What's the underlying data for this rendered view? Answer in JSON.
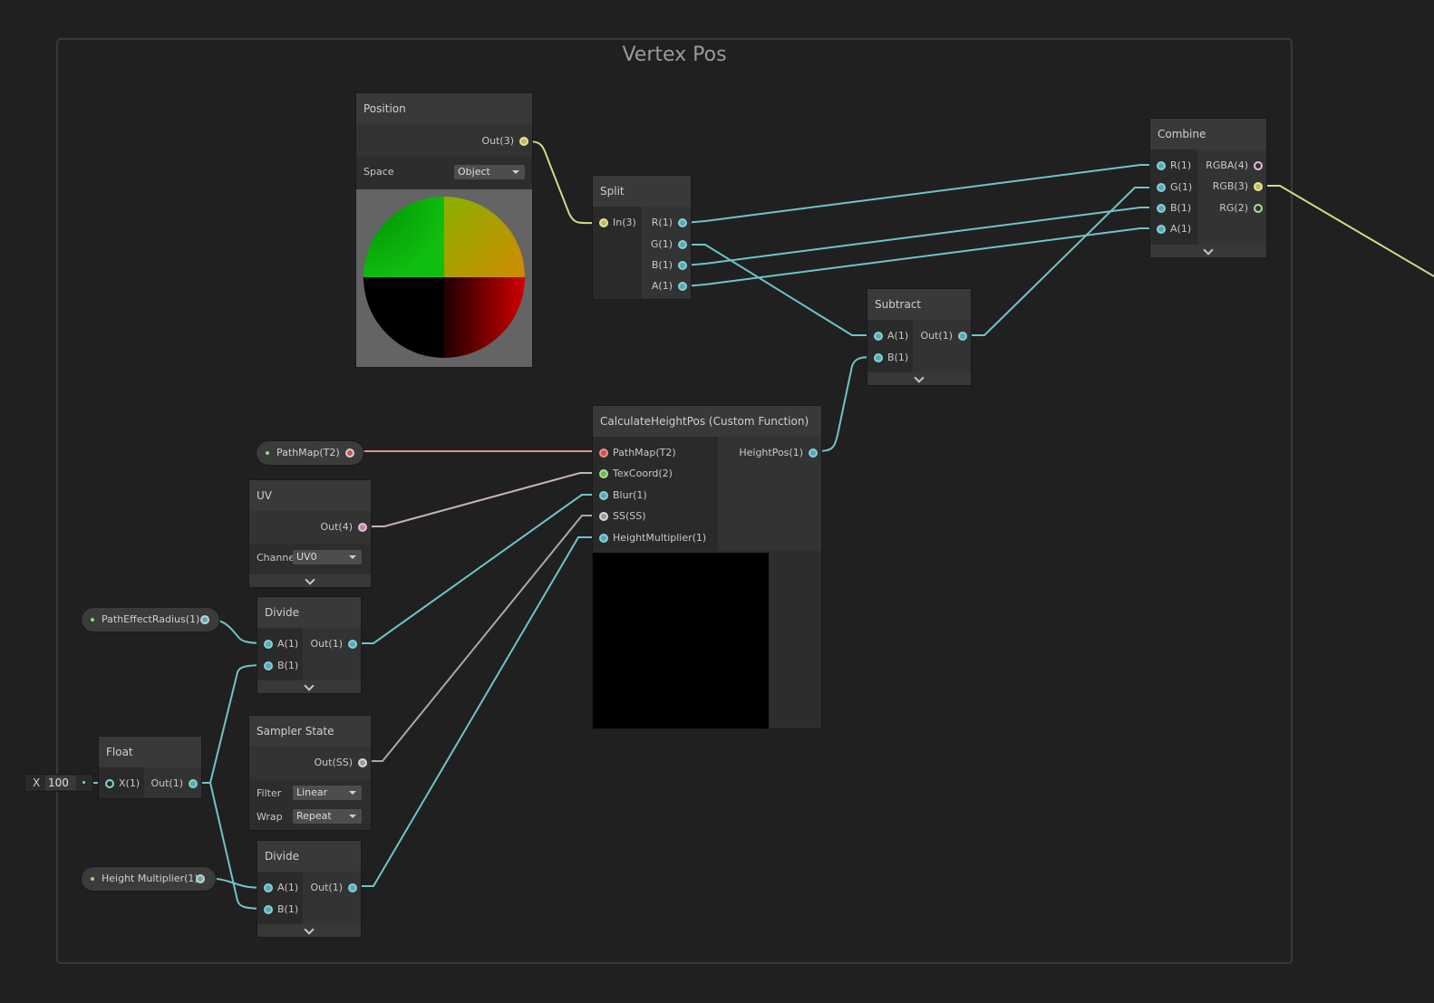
{
  "group": {
    "title": "Vertex Pos"
  },
  "colors": {
    "canvas": "#202020",
    "vector1": "#82d2d8",
    "vector3": "#e8e49a",
    "texture2d": "#f0908e",
    "vector2": "#a8e290",
    "sampler": "#d6d6d6",
    "vector4": "#e8bcd8"
  },
  "position": {
    "title": "Position",
    "out": "Out(3)",
    "space_label": "Space",
    "space_value": "Object"
  },
  "split": {
    "title": "Split",
    "in": "In(3)",
    "r": "R(1)",
    "g": "G(1)",
    "b": "B(1)",
    "a": "A(1)"
  },
  "combine": {
    "title": "Combine",
    "r": "R(1)",
    "g": "G(1)",
    "b": "B(1)",
    "a": "A(1)",
    "rgba": "RGBA(4)",
    "rgb": "RGB(3)",
    "rg": "RG(2)"
  },
  "subtract": {
    "title": "Subtract",
    "a": "A(1)",
    "b": "B(1)",
    "out": "Out(1)"
  },
  "custom": {
    "title": "CalculateHeightPos (Custom Function)",
    "in_pathmap": "PathMap(T2)",
    "in_texcoord": "TexCoord(2)",
    "in_blur": "Blur(1)",
    "in_ss": "SS(SS)",
    "in_height": "HeightMultiplier(1)",
    "out": "HeightPos(1)"
  },
  "props": {
    "pathmap": "PathMap(T2)",
    "radius": "PathEffectRadius(1)",
    "height": "Height Multiplier(1)"
  },
  "uv": {
    "title": "UV",
    "out": "Out(4)",
    "channel_label": "Channe",
    "channel_value": "UV0"
  },
  "divide1": {
    "title": "Divide",
    "a": "A(1)",
    "b": "B(1)",
    "out": "Out(1)"
  },
  "divide2": {
    "title": "Divide",
    "a": "A(1)",
    "b": "B(1)",
    "out": "Out(1)"
  },
  "sampler": {
    "title": "Sampler State",
    "out": "Out(SS)",
    "filter_label": "Filter",
    "filter_value": "Linear",
    "wrap_label": "Wrap",
    "wrap_value": "Repeat"
  },
  "float": {
    "title": "Float",
    "in": "X(1)",
    "out": "Out(1)",
    "field_label": "X",
    "field_value": "100"
  }
}
